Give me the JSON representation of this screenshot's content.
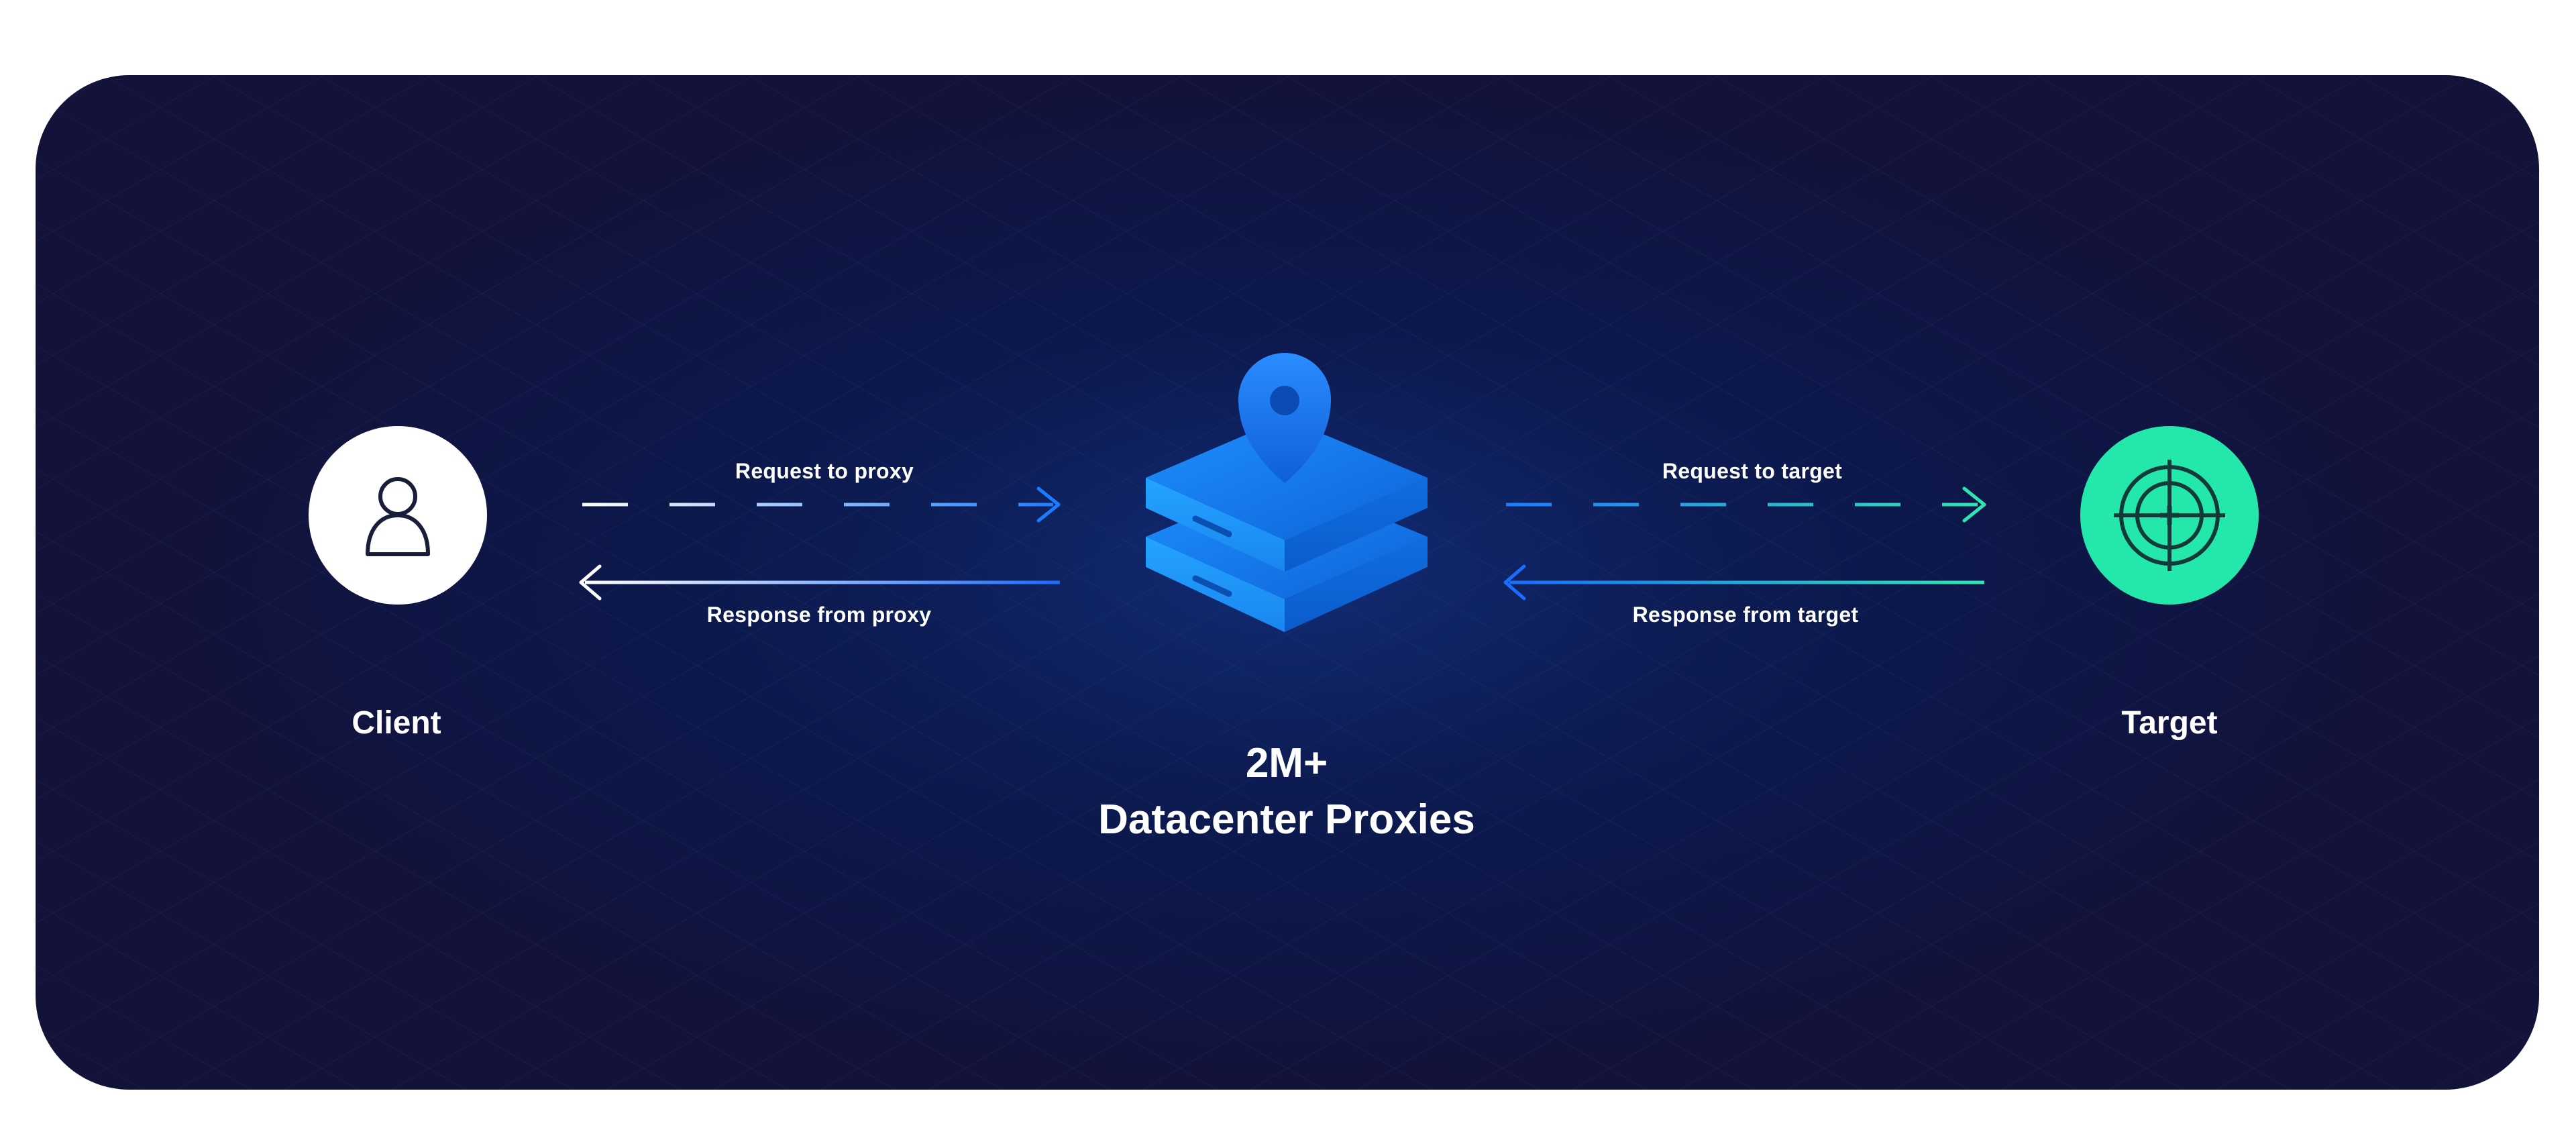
{
  "nodes": {
    "client": {
      "label": "Client",
      "icon": "user-icon"
    },
    "proxy": {
      "count": "2M+",
      "label": "Datacenter Proxies",
      "icon": "server-stack-location-icon"
    },
    "target": {
      "label": "Target",
      "icon": "crosshair-target-icon"
    }
  },
  "edges": {
    "request_to_proxy": "Request to proxy",
    "response_from_proxy": "Response from proxy",
    "request_to_target": "Request to target",
    "response_from_target": "Response from target"
  },
  "colors": {
    "panel_background": "#0f1a4d",
    "client_circle": "#ffffff",
    "target_circle": "#24e8ab",
    "proxy_blue": "#1a8cff",
    "arrow_white": "#ffffff",
    "arrow_green": "#2ee6b0"
  }
}
